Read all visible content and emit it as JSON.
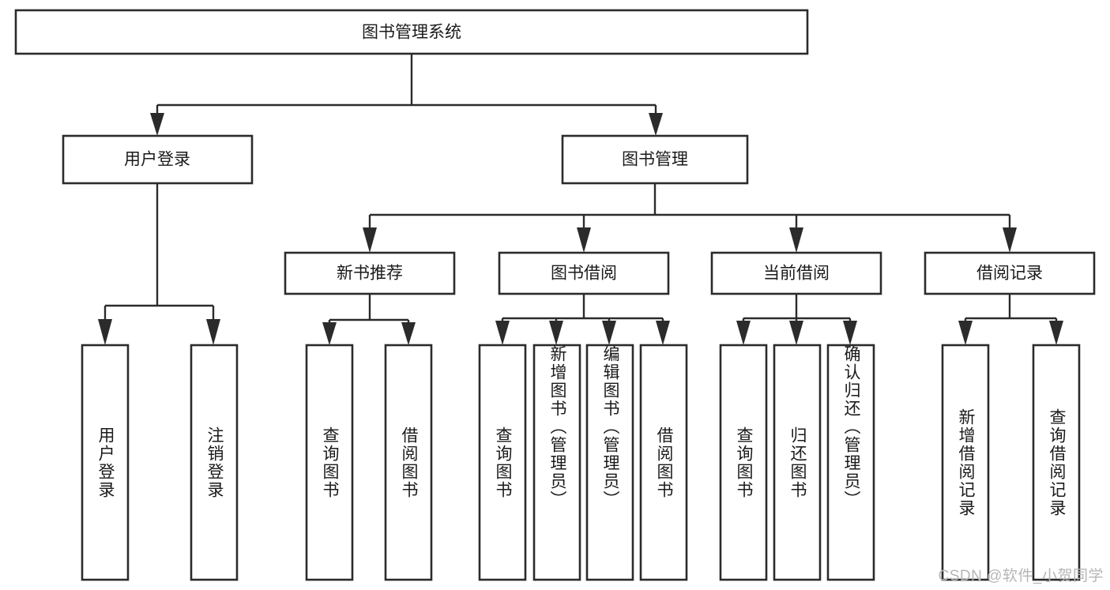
{
  "diagram": {
    "type": "hierarchy-tree",
    "title": "图书管理系统",
    "orientation": "top-down",
    "watermark": "CSDN @软件_小贺同学",
    "colors": {
      "box_fill": "#ffffff",
      "box_stroke": "#2b2b2b",
      "text": "#1a1a1a",
      "watermark": "#b6b6b6",
      "background": "#ffffff"
    },
    "root": {
      "label": "图书管理系统"
    },
    "level2": [
      {
        "label": "用户登录"
      },
      {
        "label": "图书管理"
      }
    ],
    "level3": [
      {
        "label": "新书推荐"
      },
      {
        "label": "图书借阅"
      },
      {
        "label": "当前借阅"
      },
      {
        "label": "借阅记录"
      }
    ],
    "leaves_user_login": [
      {
        "label": "用户登录"
      },
      {
        "label": "注销登录"
      }
    ],
    "leaves_new_book": [
      {
        "label": "查询图书"
      },
      {
        "label": "借阅图书"
      }
    ],
    "leaves_borrow": [
      {
        "label": "查询图书"
      },
      {
        "label": "新增图书（管理员）"
      },
      {
        "label": "编辑图书（管理员）"
      },
      {
        "label": "借阅图书"
      }
    ],
    "leaves_current": [
      {
        "label": "查询图书"
      },
      {
        "label": "归还图书"
      },
      {
        "label": "确认归还（管理员）"
      }
    ],
    "leaves_record": [
      {
        "label": "新增借阅记录"
      },
      {
        "label": "查询借阅记录"
      }
    ]
  }
}
